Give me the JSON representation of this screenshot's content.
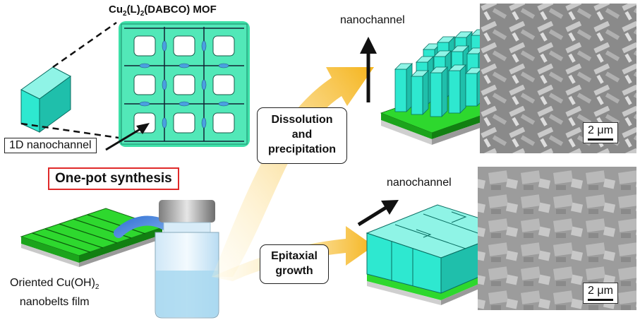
{
  "mof_title": {
    "prefix": "Cu",
    "sub1": "2",
    "mid": "(L)",
    "sub2": "2",
    "suffix": "(DABCO)  MOF"
  },
  "nanochannel_box": "1D nanochannel",
  "synthesis_label": "One-pot synthesis",
  "film_label": {
    "line1": "Oriented Cu(OH)",
    "line1_sub": "2",
    "line2": "nanobelts film"
  },
  "path_top": {
    "line1": "Dissolution",
    "line2": "and",
    "line3": "precipitation"
  },
  "path_bottom": {
    "line1": "Epitaxial",
    "line2": "growth"
  },
  "nanochannel_top": "nanochannel",
  "nanochannel_bottom": "nanochannel",
  "scale_top": "2 μm",
  "scale_bottom": "2 μm",
  "colors": {
    "cyan": "#2ee8d0",
    "green": "#2ed82e",
    "arrow": "#f5b41c",
    "frame": "#e02a2a",
    "mof_bg": "#3de0a8"
  }
}
